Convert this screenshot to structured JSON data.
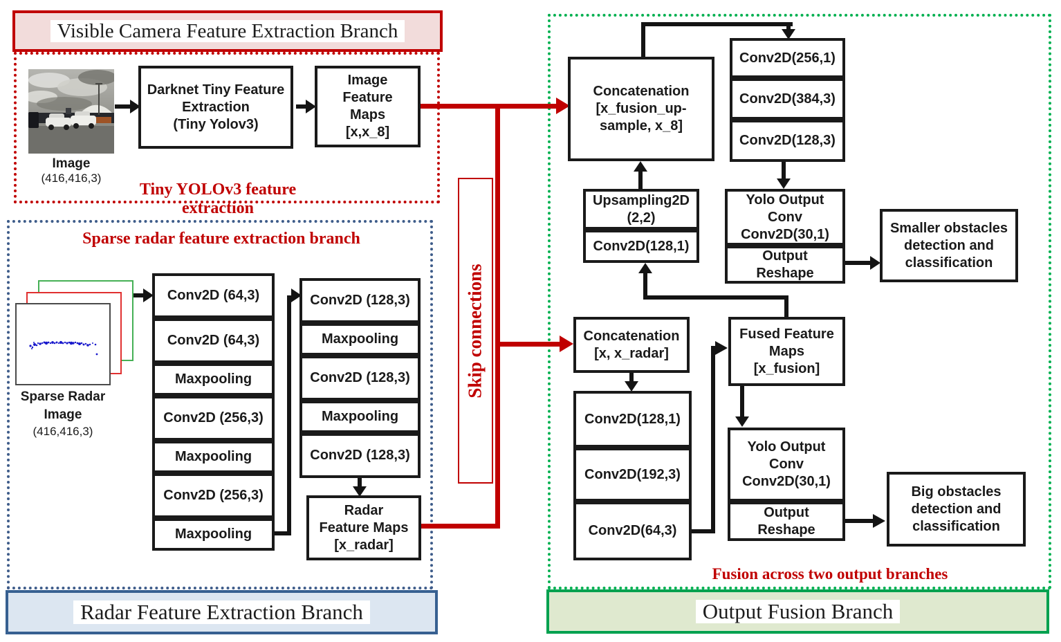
{
  "colors": {
    "accent_red": "#C00000",
    "green_dotted": "#00B050",
    "blue_dotted": "#3E5C8A",
    "header_pink_fill": "#F2DCDB",
    "footer_blue_fill": "#DCE6F1",
    "footer_blue_border": "#376091",
    "footer_green_fill": "#DFE9CF",
    "footer_green_border": "#00A14F",
    "box_border": "#1A1A1A",
    "radar_dot_blue": "#1818CC"
  },
  "camera_branch": {
    "header": "Visible Camera Feature Extraction Branch",
    "image_label": "Image",
    "image_shape": "(416,416,3)",
    "darknet_box": "Darknet Tiny Feature\nExtraction\n(Tiny Yolov3)",
    "feature_maps_box": "Image\nFeature\nMaps\n[x,x_8]",
    "caption": "Tiny YOLOv3 feature extraction"
  },
  "radar_branch": {
    "title": "Sparse radar feature extraction branch",
    "image_label": "Sparse Radar\nImage",
    "image_shape": "(416,416,3)",
    "column1": [
      "Conv2D (64,3)",
      "Conv2D (64,3)",
      "Maxpooling",
      "Conv2D (256,3)",
      "Maxpooling",
      "Conv2D (256,3)",
      "Maxpooling"
    ],
    "column2": [
      "Conv2D (128,3)",
      "Maxpooling",
      "Conv2D (128,3)",
      "Maxpooling",
      "Conv2D (128,3)"
    ],
    "feature_maps_box": "Radar\nFeature Maps\n[x_radar]",
    "footer": "Radar Feature Extraction Branch"
  },
  "skip_connections": {
    "label": "Skip connections"
  },
  "fusion_branch": {
    "concat_upsample_box": "Concatenation\n[x_fusion_up-\nsample, x_8]",
    "conv_stack_top": [
      "Conv2D(256,1)",
      "Conv2D(384,3)",
      "Conv2D(128,3)"
    ],
    "upsampling_stack": [
      "Upsampling2D\n(2,2)",
      "Conv2D(128,1)"
    ],
    "yolo_output_small": "Yolo Output\nConv\nConv2D(30,1)",
    "output_reshape_small": "Output\nReshape",
    "smaller_obstacles_box": "Smaller obstacles\ndetection and\nclassification",
    "concat_radar_box": "Concatenation\n[x, x_radar]",
    "conv_stack_bottom": [
      "Conv2D(128,1)",
      "Conv2D(192,3)",
      "Conv2D(64,3)"
    ],
    "fused_feature_maps_box": "Fused Feature\nMaps\n[x_fusion]",
    "yolo_output_big": "Yolo Output\nConv\nConv2D(30,1)",
    "output_reshape_big": "Output\nReshape",
    "big_obstacles_box": "Big obstacles\ndetection and\nclassification",
    "caption": "Fusion across two output branches",
    "footer": "Output Fusion Branch"
  }
}
